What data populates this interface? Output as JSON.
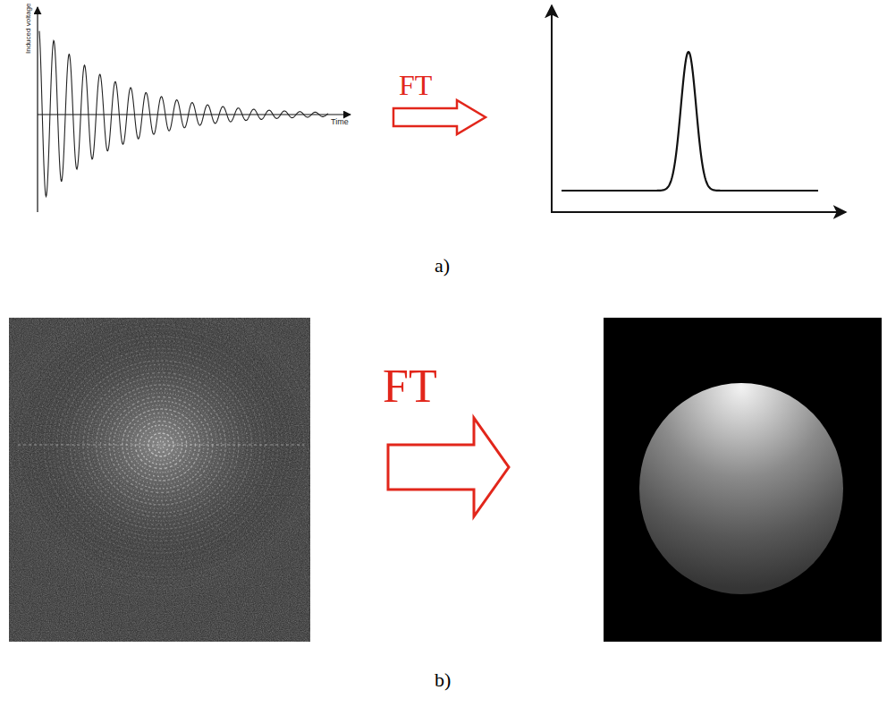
{
  "diagram": {
    "labels": [
      "Induced voltage",
      "Time",
      "FT",
      "a)",
      "FT",
      "b)"
    ]
  }
}
